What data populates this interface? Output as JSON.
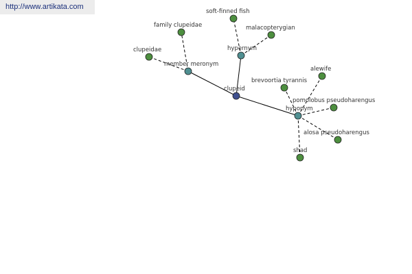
{
  "header": {
    "url_text": "http://www.artikata.com"
  },
  "colors": {
    "center": "#3f4f8e",
    "relation": "#4f8f91",
    "leaf": "#4d8f3f"
  },
  "nodes": {
    "clupeid": {
      "label": "clupeid",
      "type": "center"
    },
    "hypernym": {
      "label": "hypernym",
      "type": "relation"
    },
    "member_meronym": {
      "label": "member meronym",
      "type": "relation"
    },
    "hyponym": {
      "label": "hyponym",
      "type": "relation"
    },
    "soft_finned_fish": {
      "label": "soft-finned fish",
      "type": "leaf"
    },
    "malacopterygian": {
      "label": "malacopterygian",
      "type": "leaf"
    },
    "family_clupeidae": {
      "label": "family clupeidae",
      "type": "leaf"
    },
    "clupeidae": {
      "label": "clupeidae",
      "type": "leaf"
    },
    "alewife": {
      "label": "alewife",
      "type": "leaf"
    },
    "brevoortia_tyrannis": {
      "label": "brevoortia tyrannis",
      "type": "leaf"
    },
    "pomolobus_pseudoharengus": {
      "label": "pomolobus pseudoharengus",
      "type": "leaf"
    },
    "alosa_pseudoharengus": {
      "label": "alosa pseudoharengus",
      "type": "leaf"
    },
    "shad": {
      "label": "shad",
      "type": "leaf"
    }
  },
  "edges": [
    {
      "from": "clupeid",
      "to": "hypernym",
      "style": "solid"
    },
    {
      "from": "clupeid",
      "to": "member_meronym",
      "style": "solid"
    },
    {
      "from": "clupeid",
      "to": "hyponym",
      "style": "solid"
    },
    {
      "from": "hypernym",
      "to": "soft_finned_fish",
      "style": "dashed"
    },
    {
      "from": "hypernym",
      "to": "malacopterygian",
      "style": "dashed"
    },
    {
      "from": "member_meronym",
      "to": "family_clupeidae",
      "style": "dashed"
    },
    {
      "from": "member_meronym",
      "to": "clupeidae",
      "style": "dashed"
    },
    {
      "from": "hyponym",
      "to": "alewife",
      "style": "dashed"
    },
    {
      "from": "hyponym",
      "to": "brevoortia_tyrannis",
      "style": "dashed"
    },
    {
      "from": "hyponym",
      "to": "pomolobus_pseudoharengus",
      "style": "dashed"
    },
    {
      "from": "hyponym",
      "to": "alosa_pseudoharengus",
      "style": "dashed"
    },
    {
      "from": "hyponym",
      "to": "shad",
      "style": "dashed"
    }
  ]
}
